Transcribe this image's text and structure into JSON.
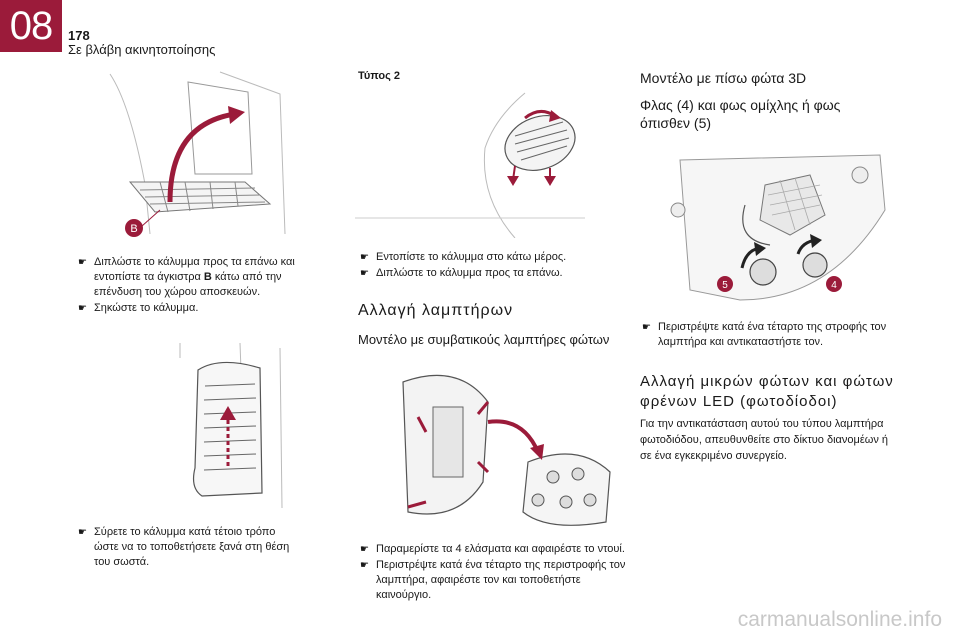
{
  "header": {
    "chapter": "08",
    "page_number": "178",
    "chapter_title": "Σε βλάβη ακινητοποίησης"
  },
  "colors": {
    "accent": "#9b1b3a"
  },
  "bullet_glyph": "☛",
  "col1": {
    "callout_b": "B",
    "steps1_a_pre": "Διπλώστε το κάλυμμα προς τα επάνω και εντοπίστε τα άγκιστρα ",
    "steps1_a_bold": "B",
    "steps1_a_post": " κάτω από την επένδυση του χώρου αποσκευών.",
    "steps1_b": "Σηκώστε το κάλυμμα.",
    "steps2_a": "Σύρετε το κάλυμμα κατά τέτοιο τρόπο ώστε να το τοποθετήσετε ξανά στη θέση του σωστά."
  },
  "col2": {
    "type_label": "Τύπος 2",
    "steps1": [
      "Εντοπίστε το κάλυμμα στο κάτω μέρος.",
      "Διπλώστε το κάλυμμα προς τα επάνω."
    ],
    "section_title": "Αλλαγή λαμπτήρων",
    "subsection_title": "Μοντέλο με συμβατικούς λαμπτήρες φώτων",
    "steps2": [
      "Παραμερίστε τα 4 ελάσματα και αφαιρέστε το ντουί.",
      "Περιστρέψτε κατά ένα τέταρτο της περιστροφής τον λαμπτήρα, αφαιρέστε τον και τοποθετήστε καινούργιο."
    ]
  },
  "col3": {
    "title": "Μοντέλο με πίσω φώτα 3D",
    "subtitle": "Φλας (4) και φως ομίχλης ή φως όπισθεν (5)",
    "callout_5": "5",
    "callout_4": "4",
    "steps": [
      "Περιστρέψτε κατά ένα τέταρτο της στροφής τον λαμπτήρα και αντικαταστήστε τον."
    ],
    "section2_title": "Αλλαγή μικρών φώτων και φώτων φρένων LED (φωτοδίοδοι)",
    "paragraph": "Για την αντικατάσταση αυτού του τύπου λαμπτήρα φωτοδιόδου, απευθυνθείτε στο δίκτυο διανομέων ή σε ένα εγκεκριμένο συνεργείο."
  },
  "watermark": "carmanualsonline.info"
}
